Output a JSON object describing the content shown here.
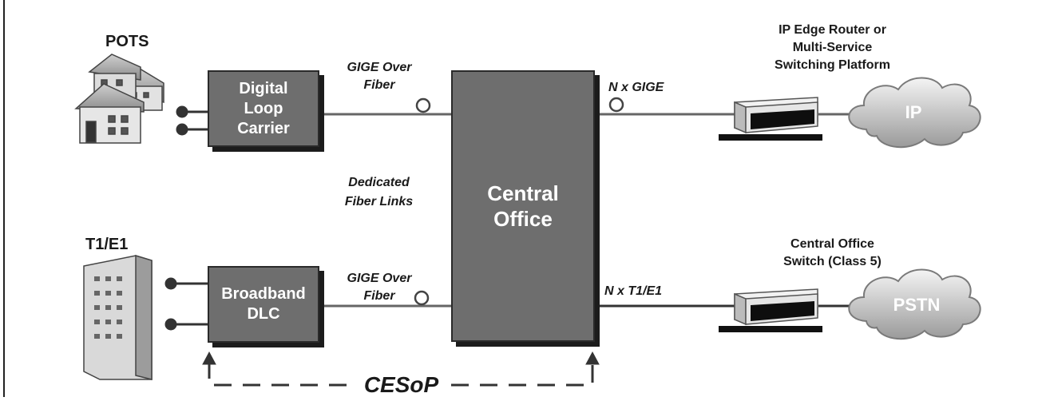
{
  "labels": {
    "pots": "POTS",
    "t1e1": "T1/E1",
    "gige_over_fiber_top_1": "GIGE Over",
    "gige_over_fiber_top_2": "Fiber",
    "gige_over_fiber_bottom_1": "GIGE Over",
    "gige_over_fiber_bottom_2": "Fiber",
    "dedicated_1": "Dedicated",
    "dedicated_2": "Fiber Links",
    "n_x_gige": "N x GIGE",
    "n_x_t1e1": "N x T1/E1",
    "ip_edge_1": "IP Edge Router or",
    "ip_edge_2": "Multi-Service",
    "ip_edge_3": "Switching Platform",
    "co_switch_1": "Central Office",
    "co_switch_2": "Switch (Class 5)",
    "cesop": "CESoP"
  },
  "boxes": {
    "dlc": "Digital\nLoop\nCarrier",
    "broadband_dlc": "Broadband\nDLC",
    "central_office": "Central\nOffice"
  },
  "clouds": {
    "ip": "IP",
    "pstn": "PSTN"
  }
}
